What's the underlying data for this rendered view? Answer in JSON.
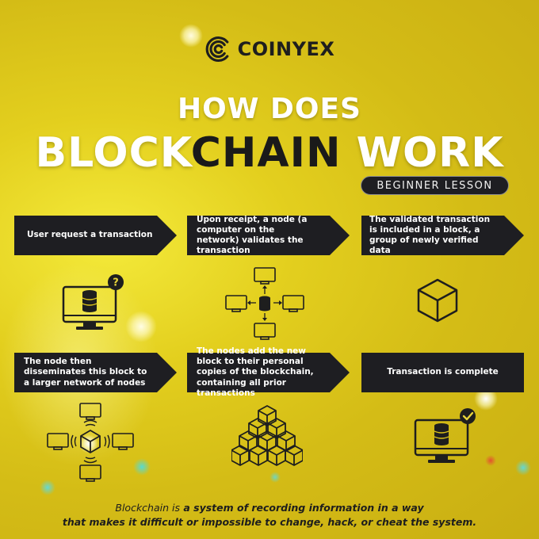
{
  "brand": {
    "name": "COINYEX"
  },
  "title": {
    "line1": "HOW DOES",
    "word1": "BLOCK",
    "word2": "CHAIN",
    "word3": " WORK"
  },
  "badge": "BEGINNER LESSON",
  "steps": [
    {
      "text": "User request a transaction",
      "icon": "computer-database-question-icon"
    },
    {
      "text": "Upon receipt, a node (a computer on the network) validates the transaction",
      "icon": "node-network-icon"
    },
    {
      "text": "The validated transaction is included in a block, a group of newly verified data",
      "icon": "cube-icon"
    },
    {
      "text": "The node then disseminates this block to a larger network of nodes",
      "icon": "block-broadcast-icon"
    },
    {
      "text": "The nodes add the new block to their personal copies of the blockchain, containing all prior transactions",
      "icon": "cube-stack-icon"
    },
    {
      "text": "Transaction is complete",
      "icon": "computer-database-check-icon"
    }
  ],
  "caption": {
    "part1": "Blockchain is",
    "part2": " a system of recording information in a way",
    "part3": "that makes it difficult or impossible to change, hack, or cheat the system."
  },
  "colors": {
    "background": "#d9c11a",
    "dark": "#1e1e22",
    "text_light": "#ffffff"
  }
}
